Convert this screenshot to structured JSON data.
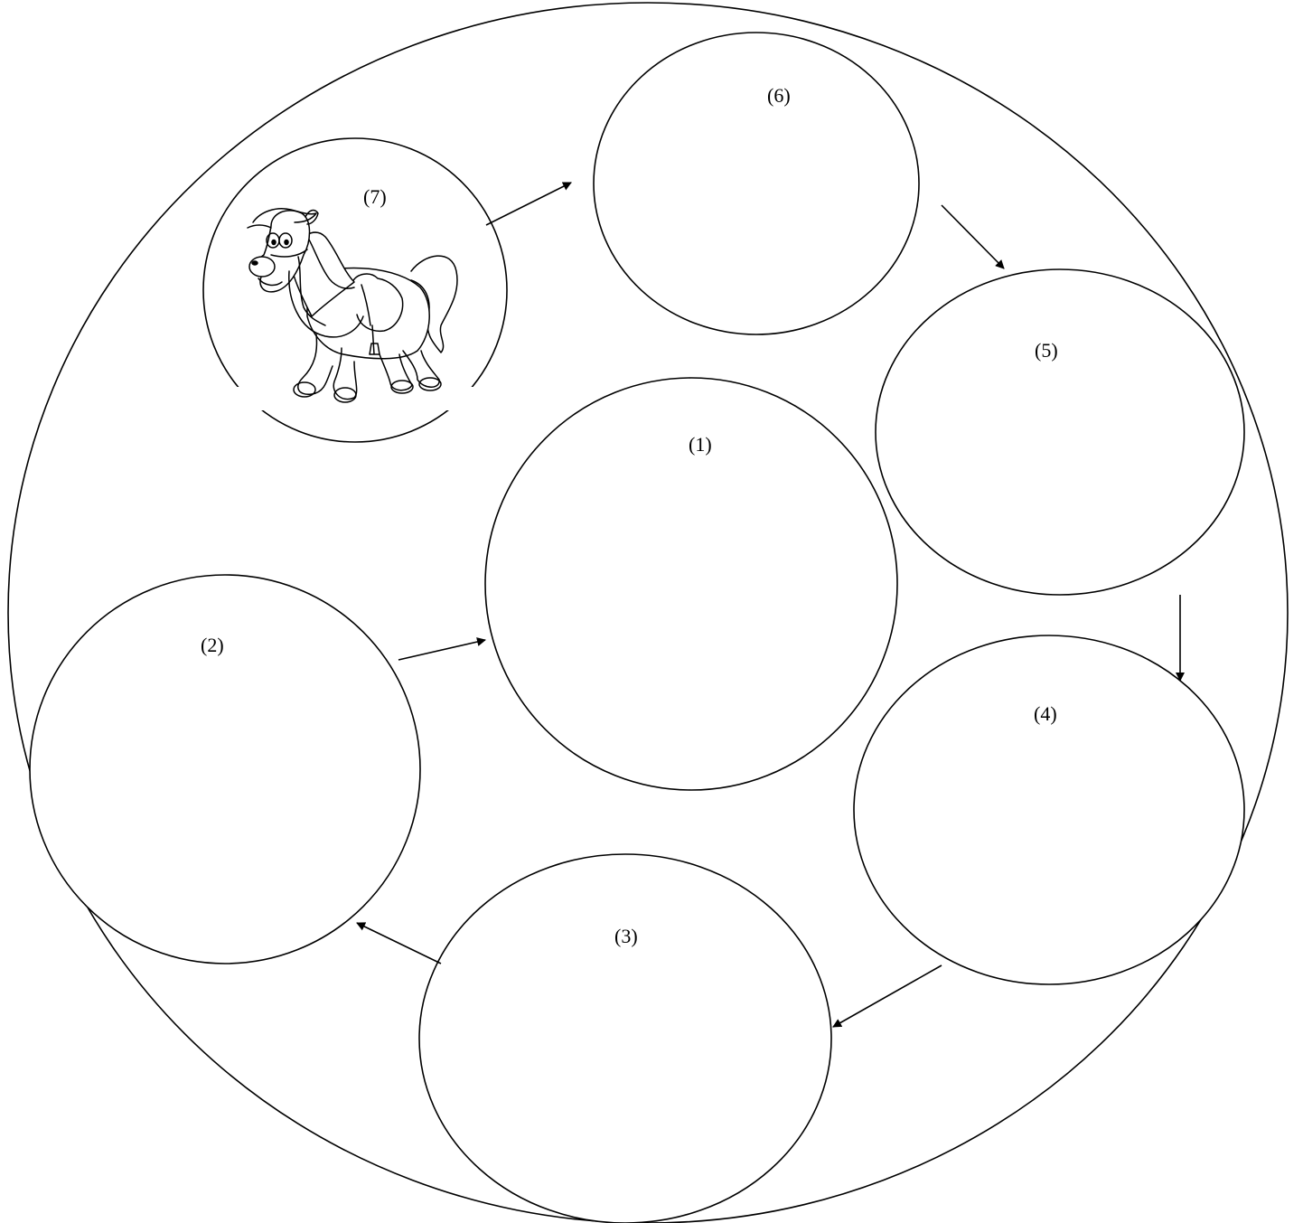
{
  "stages": [
    {
      "id": "1",
      "label": "(1)"
    },
    {
      "id": "2",
      "label": "(2)"
    },
    {
      "id": "3",
      "label": "(3)"
    },
    {
      "id": "4",
      "label": "(4)"
    },
    {
      "id": "5",
      "label": "(5)"
    },
    {
      "id": "6",
      "label": "(6)"
    },
    {
      "id": "7",
      "label": "(7)",
      "image": "horse-with-saddle-icon"
    }
  ],
  "arrows": [
    {
      "from": "7",
      "to": "6"
    },
    {
      "from": "6",
      "to": "5"
    },
    {
      "from": "5",
      "to": "4"
    },
    {
      "from": "4",
      "to": "3"
    },
    {
      "from": "3",
      "to": "2"
    },
    {
      "from": "2",
      "to": "1"
    }
  ],
  "colors": {
    "stroke": "#000000",
    "background": "#ffffff"
  }
}
